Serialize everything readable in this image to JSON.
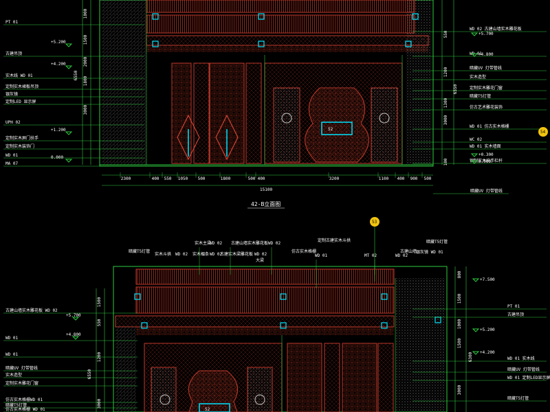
{
  "drawing": {
    "title_a": "42-B立面图",
    "badge_a": "54",
    "badge_b": "53",
    "sign_text": "52"
  },
  "elev1": {
    "left_tags": [
      {
        "label": "PT 01"
      },
      {
        "label": "古建吊顶"
      },
      {
        "label": "实木线 WD 01"
      },
      {
        "label": "定制实木裙板吊顶"
      },
      {
        "label": "银灰镜"
      },
      {
        "label": "定制LED 显示屏"
      },
      {
        "label": "UPH 02"
      },
      {
        "label": "定制实木屏门扶手"
      },
      {
        "label": "定制实木装饰门"
      },
      {
        "label": "WD 01"
      },
      {
        "label": "MA 07"
      }
    ],
    "left_levels": [
      "+5.200",
      "+4.200",
      "+1.200",
      "0.000"
    ],
    "right_tags": [
      {
        "label": "WD 02 古建山墙实木雕花板"
      },
      {
        "label": "WD 01"
      },
      {
        "label": "暗藏UV 灯带管线"
      },
      {
        "label": "实木造型"
      },
      {
        "label": "定制实木雕花门窗"
      },
      {
        "label": "暗藏T5灯管"
      },
      {
        "label": "仿古艺术雕花装饰"
      },
      {
        "label": "WD 01 仿古实木格栅"
      },
      {
        "label": "WC 02"
      },
      {
        "label": "WD 01 实木墙面"
      },
      {
        "label": "钢制实木扶手栏杆"
      }
    ],
    "right_levels": [
      "+5.700",
      "+4.800",
      "+0.300",
      "0.000"
    ],
    "left_dims": [
      "1000",
      "1500",
      "2000",
      "1800",
      "3000",
      "6550"
    ],
    "right_dims": [
      "550",
      "1200",
      "1300",
      "6550",
      "3000",
      "100"
    ],
    "bottom_dims": [
      "2300",
      "400",
      "550",
      "1050",
      "500",
      "1800",
      "500",
      "400",
      "3200",
      "1100",
      "400",
      "900",
      "500"
    ],
    "total_dim": "15100",
    "bottom_note": "暗藏UV 灯带管线"
  },
  "elev2": {
    "top_tags": [
      {
        "label": "实木主梁"
      },
      {
        "label": "WD 02"
      },
      {
        "label": "古建山墙实木雕花板"
      },
      {
        "label": "WD 02"
      },
      {
        "label": "定制古建实木斗拱"
      },
      {
        "label": "暗藏T5灯管"
      },
      {
        "label": "实木楣条"
      },
      {
        "label": "WD 02"
      },
      {
        "label": "实木斗拱"
      },
      {
        "label": "WD 02"
      },
      {
        "label": "古建实木梁雕花板"
      },
      {
        "label": "WD 02"
      },
      {
        "label": "仿古实木格栅"
      },
      {
        "label": "WD 01"
      },
      {
        "label": "大梁"
      },
      {
        "label": "MT 02"
      },
      {
        "label": "古建山墙"
      },
      {
        "label": "WD 02"
      },
      {
        "label": "暗藏T5灯管"
      },
      {
        "label": "银灰镜 WD 01"
      }
    ],
    "left_tags": [
      {
        "label": "古建山墙实木雕花板 WD 02"
      },
      {
        "label": "WD 01"
      },
      {
        "label": "WD 01"
      },
      {
        "label": "暗藏UV 灯带管线"
      },
      {
        "label": "实木造型"
      },
      {
        "label": "定制实木雕花门窗"
      },
      {
        "label": "仿古实木格栅WD 01"
      },
      {
        "label": "暗藏T5灯管"
      },
      {
        "label": "仿古实木格栅 WD 01"
      }
    ],
    "left_levels": [
      "+5.700",
      "+4.800"
    ],
    "right_tags": [
      {
        "label": "PT 01"
      },
      {
        "label": "古建吊顶"
      },
      {
        "label": "WD 01 实木线"
      },
      {
        "label": "暗藏UV 灯带管线"
      },
      {
        "label": "WD 01 定制LED显示屏"
      },
      {
        "label": "暗藏T5灯管"
      }
    ],
    "right_levels": [
      "+7.500",
      "+5.200",
      "+4.200"
    ],
    "left_dims": [
      "1500",
      "550",
      "1200",
      "6550",
      "3000"
    ],
    "right_dims": [
      "800",
      "1500",
      "1000",
      "1500",
      "6300",
      "3000"
    ]
  }
}
